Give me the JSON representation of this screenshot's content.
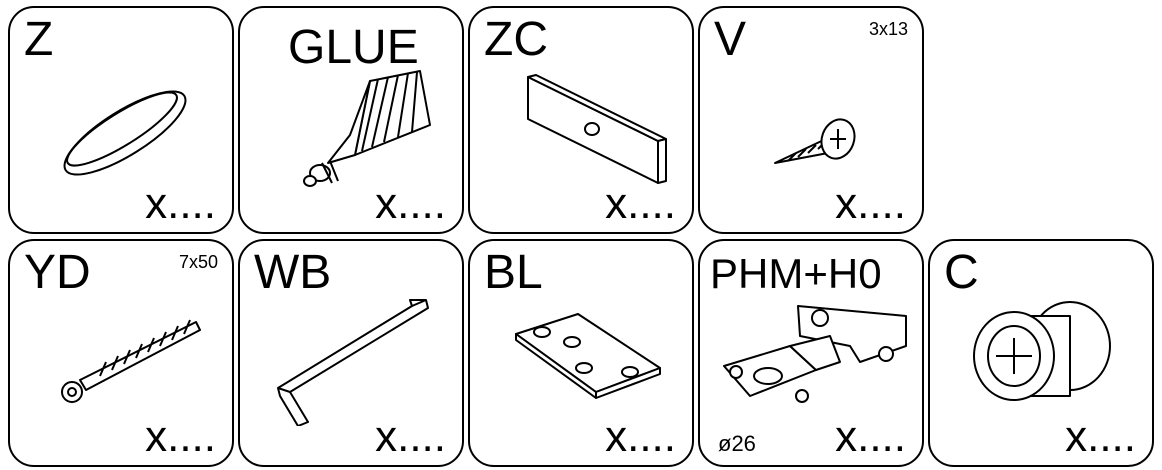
{
  "parts": [
    {
      "code": "Z",
      "quantity": "x...."
    },
    {
      "code": "GLUE",
      "quantity": "x...."
    },
    {
      "code": "ZC",
      "quantity": "x...."
    },
    {
      "code": "V",
      "size": "3x13",
      "quantity": "x...."
    },
    {
      "code": "YD",
      "size": "7x50",
      "quantity": "x...."
    },
    {
      "code": "WB",
      "quantity": "x...."
    },
    {
      "code": "BL",
      "quantity": "x...."
    },
    {
      "code": "PHM+H0",
      "diameter": "ø26",
      "quantity": "x...."
    },
    {
      "code": "C",
      "quantity": "x...."
    }
  ]
}
